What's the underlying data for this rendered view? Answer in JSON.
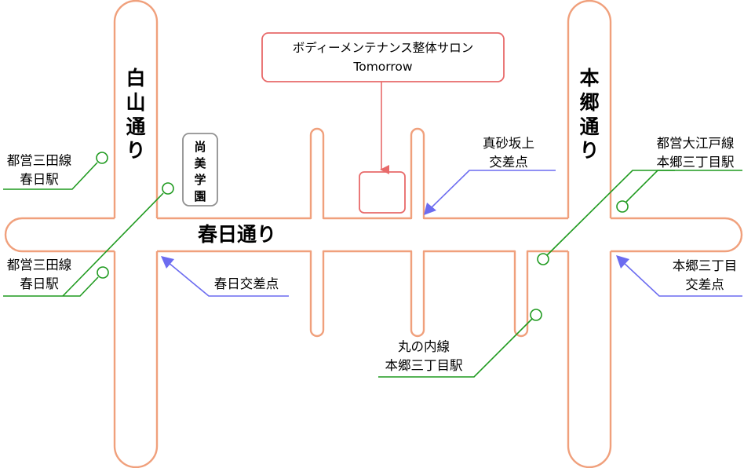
{
  "salon": {
    "name": "ボディーメンテナンス整体サロン",
    "sub": "Tomorrow"
  },
  "roads": {
    "hakusan": [
      "白",
      "山",
      "通",
      "り"
    ],
    "hongo": [
      "本",
      "郷",
      "通",
      "り"
    ],
    "kasuga": "春日通り"
  },
  "school": [
    "尚",
    "美",
    "学",
    "園"
  ],
  "stations": {
    "mita_upper": [
      "都営三田線",
      "春日駅"
    ],
    "mita_lower": [
      "都営三田線",
      "春日駅"
    ],
    "oedo": [
      "都営大江戸線",
      "本郷三丁目駅"
    ],
    "marunouchi": [
      "丸の内線",
      "本郷三丁目駅"
    ]
  },
  "intersections": {
    "masago": [
      "真砂坂上",
      "交差点"
    ],
    "kasuga": "春日交差点",
    "hongo": [
      "本郷三丁目",
      "交差点"
    ]
  },
  "colors": {
    "road": "#f0a07c",
    "station_line": "#1f9a1f",
    "intersection_line": "#6c6cf0",
    "salon_marker": "#e86a6a"
  }
}
